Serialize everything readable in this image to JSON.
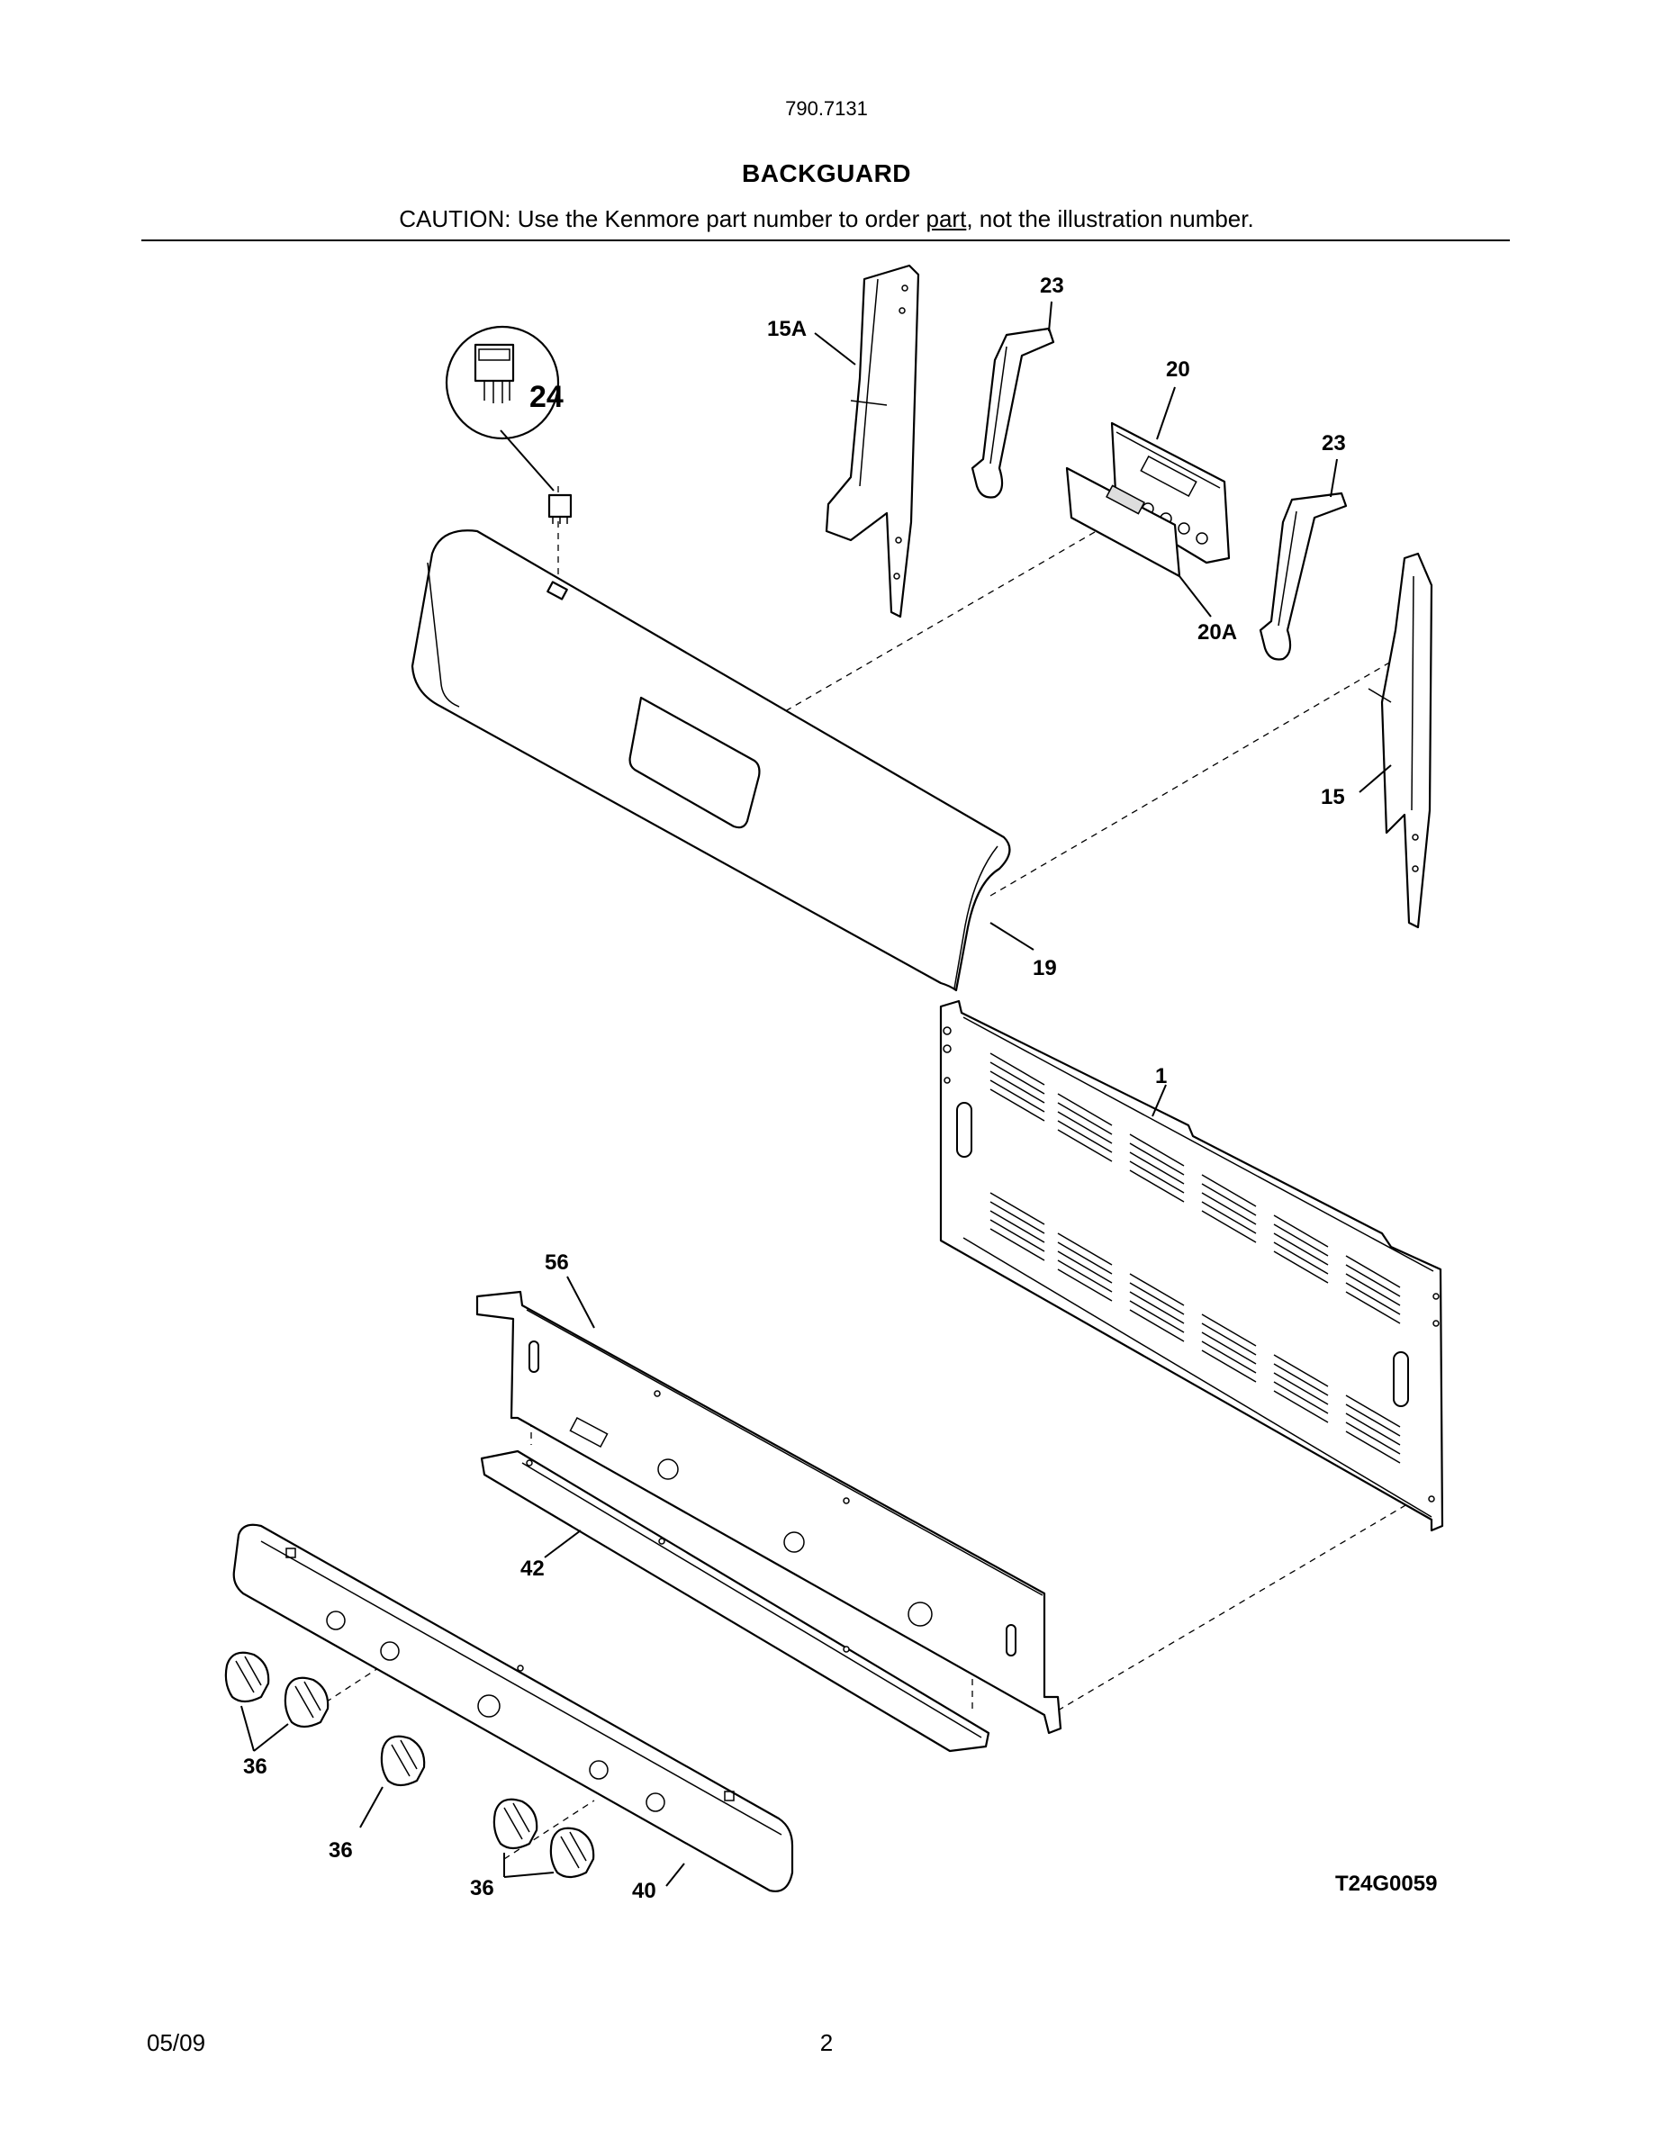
{
  "header": {
    "model": "790.7131",
    "title": "BACKGUARD",
    "caution_before": "CAUTION: Use the Kenmore part number to order ",
    "caution_underlined": "part",
    "caution_after": ", not the illustration number."
  },
  "callouts": {
    "c15a": "15A",
    "c23a": "23",
    "c20": "20",
    "c23b": "23",
    "c24": "24",
    "c20a": "20A",
    "c15": "15",
    "c19": "19",
    "c1": "1",
    "c56": "56",
    "c42": "42",
    "c36a": "36",
    "c36b": "36",
    "c36c": "36",
    "c40": "40"
  },
  "drawing_code": "T24G0059",
  "footer": {
    "date": "05/09",
    "page": "2"
  }
}
